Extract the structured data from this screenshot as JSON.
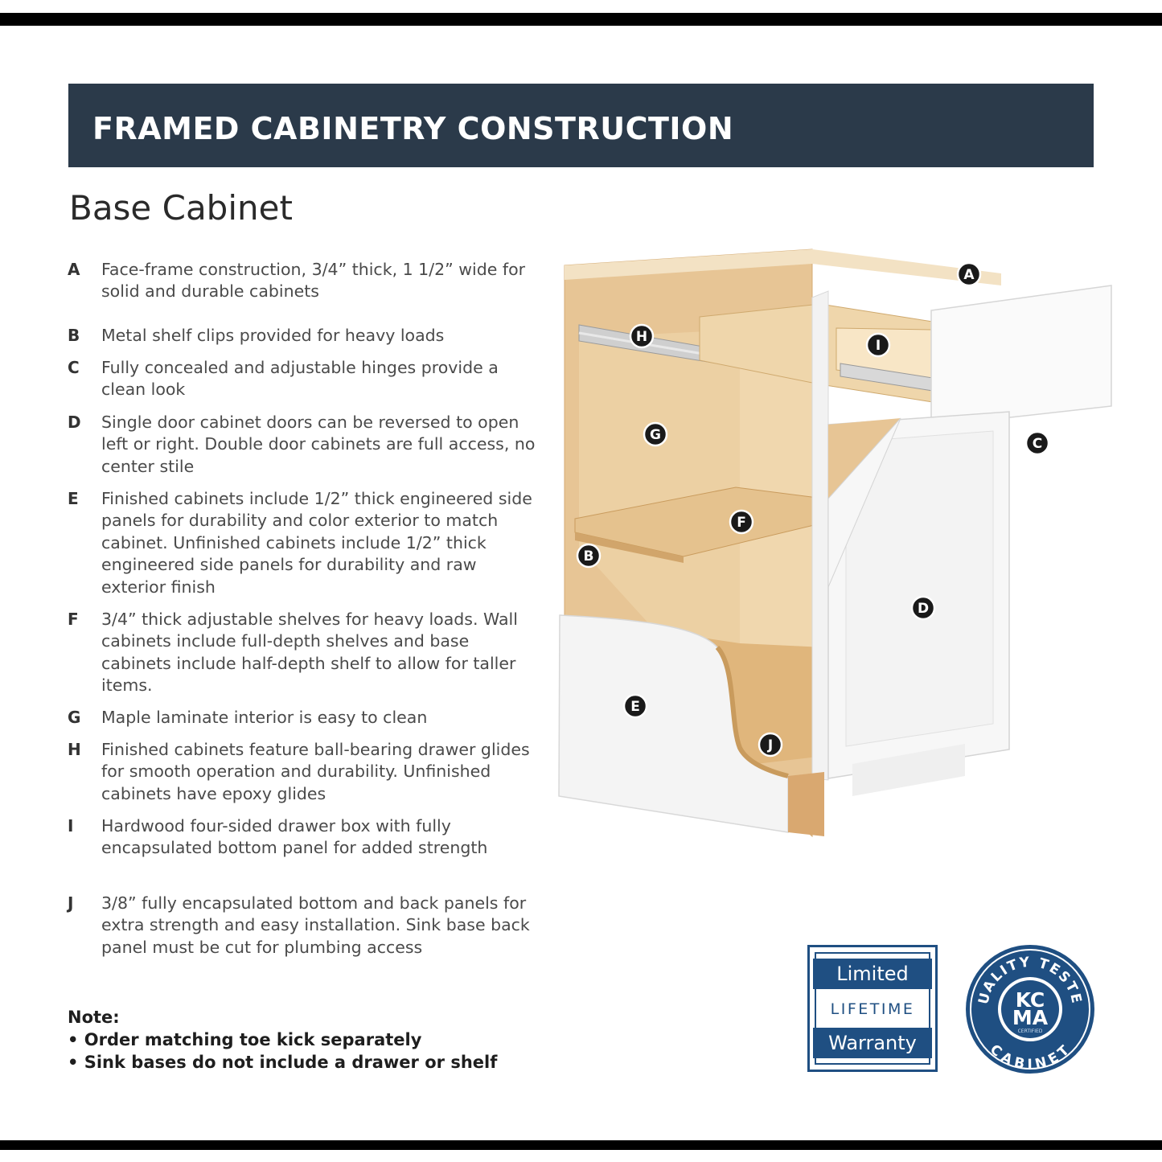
{
  "header": {
    "title": "FRAMED CABINETRY CONSTRUCTION"
  },
  "subtitle": "Base Cabinet",
  "features": [
    {
      "letter": "A",
      "text": "Face-frame construction, 3/4” thick, 1 1/2” wide for solid and durable cabinets"
    },
    {
      "letter": "B",
      "text": "Metal shelf clips provided for heavy loads"
    },
    {
      "letter": "C",
      "text": "Fully concealed and adjustable hinges provide a clean look"
    },
    {
      "letter": "D",
      "text": "Single door cabinet doors can be reversed to open left or right. Double door cabinets are full access, no center stile"
    },
    {
      "letter": "E",
      "text": "Finished cabinets include 1/2” thick engineered side panels for durability and color exterior to match cabinet. Unfinished cabinets include 1/2” thick engineered side panels for durability and raw exterior finish"
    },
    {
      "letter": "F",
      "text": "3/4” thick adjustable shelves for heavy loads. Wall cabinets include full-depth shelves and base cabinets include half-depth shelf to allow for taller items."
    },
    {
      "letter": "G",
      "text": "Maple laminate interior is easy to clean"
    },
    {
      "letter": "H",
      "text": "Finished cabinets feature ball-bearing drawer glides for smooth operation and durability. Unfinished cabinets have epoxy glides"
    },
    {
      "letter": "I",
      "text": "Hardwood four-sided drawer box with fully encapsulated bottom panel for added strength"
    },
    {
      "letter": "J",
      "text": "3/8” fully encapsulated bottom and back panels for extra strength and easy installation. Sink base back panel must be cut for plumbing access"
    }
  ],
  "note": {
    "title": "Note:",
    "items": [
      "• Order matching toe kick separately",
      "• Sink bases do not include a drawer or shelf"
    ]
  },
  "diagram": {
    "markers": [
      {
        "id": "a",
        "label": "A"
      },
      {
        "id": "b",
        "label": "B"
      },
      {
        "id": "c",
        "label": "C"
      },
      {
        "id": "d",
        "label": "D"
      },
      {
        "id": "e",
        "label": "E"
      },
      {
        "id": "f",
        "label": "F"
      },
      {
        "id": "g",
        "label": "G"
      },
      {
        "id": "h",
        "label": "H"
      },
      {
        "id": "i",
        "label": "I"
      },
      {
        "id": "j",
        "label": "J"
      }
    ]
  },
  "badges": {
    "warranty": {
      "line1": "Limited",
      "line2": "LIFETIME",
      "line3": "Warranty"
    },
    "kcma": {
      "ring_top": "QUALITY TESTED",
      "ring_bottom": "CABINET",
      "line1": "KC",
      "line2": "MA",
      "small": "CERTIFIED"
    }
  },
  "colors": {
    "banner": "#2b3a4a",
    "badge_blue": "#1f4f82",
    "wood": "#e7c595",
    "marker": "#1a1a1a"
  }
}
